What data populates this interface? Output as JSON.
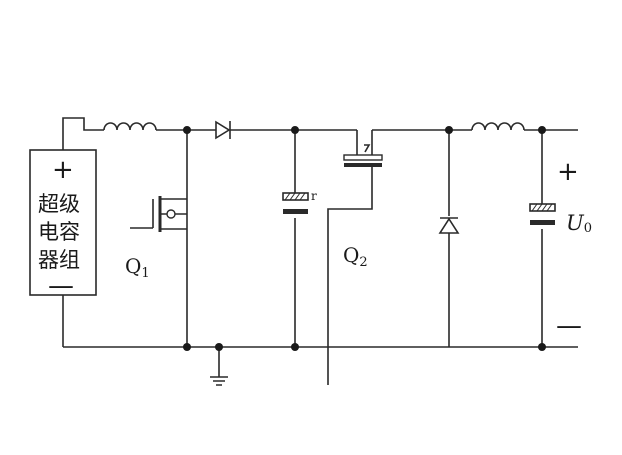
{
  "supercap": {
    "plus": "+",
    "minus": "—",
    "lines": [
      "超级",
      "电容",
      "器组"
    ]
  },
  "q1": {
    "base": "Q",
    "sub": "1"
  },
  "q2": {
    "base": "Q",
    "sub": "2"
  },
  "cap_mark": "r",
  "output": {
    "base": "U",
    "sub": "0",
    "plus": "+",
    "minus": "—"
  }
}
